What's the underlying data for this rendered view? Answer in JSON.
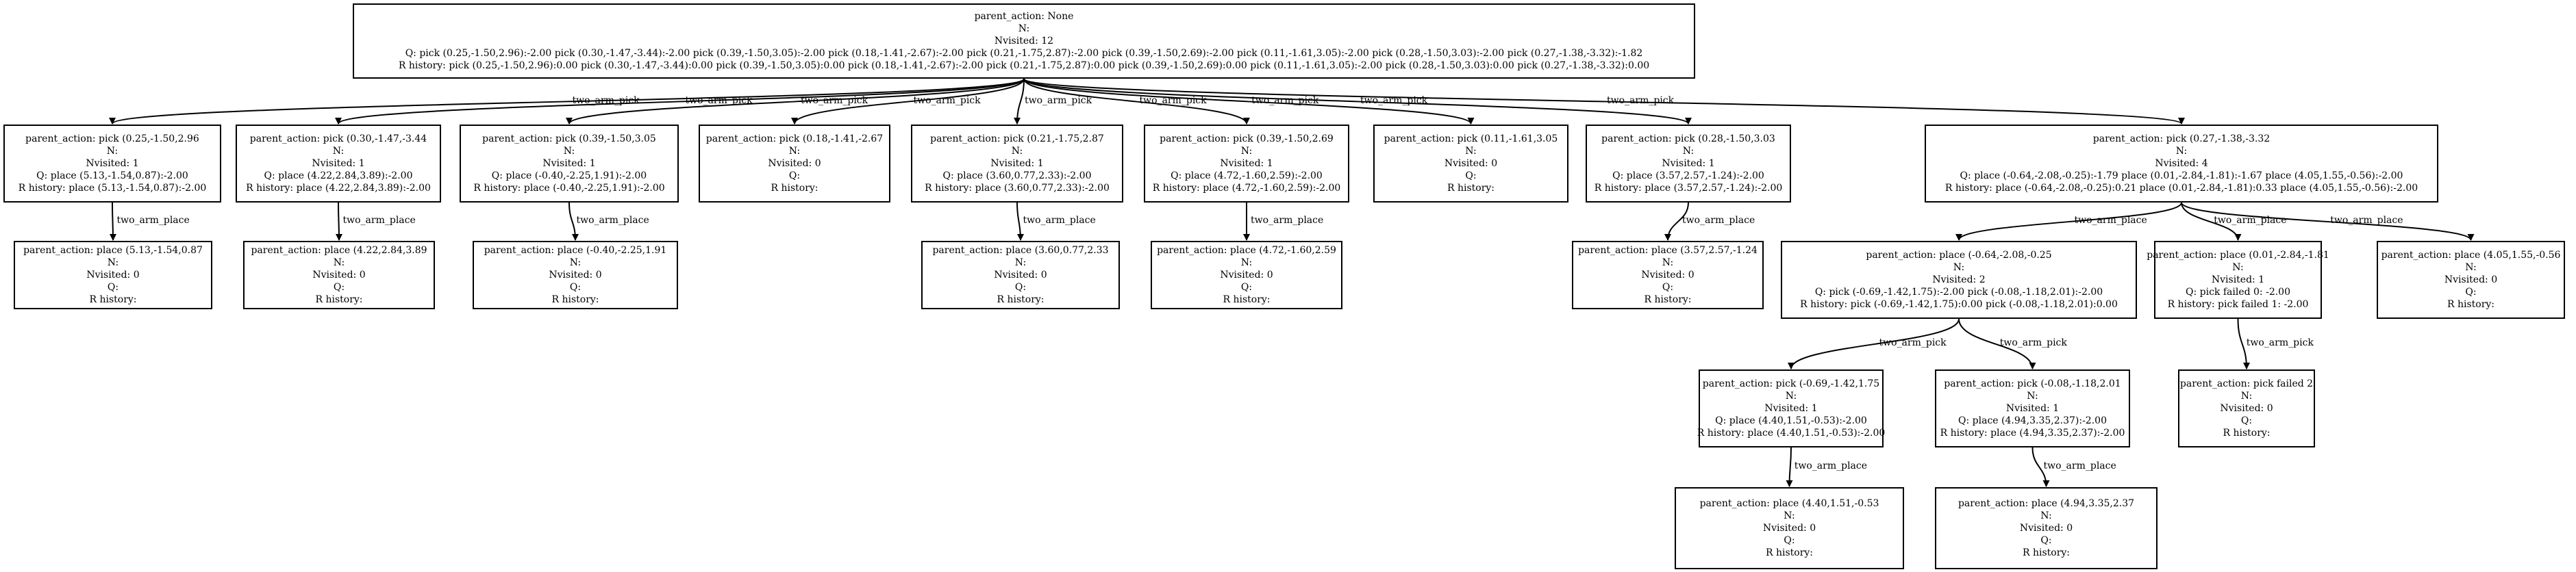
{
  "nodes": [
    {
      "id": "root",
      "lines": [
        "parent_action: None",
        "N:",
        "Nvisited: 12",
        "Q: pick (0.25,-1.50,2.96):-2.00 pick (0.30,-1.47,-3.44):-2.00 pick (0.39,-1.50,3.05):-2.00 pick (0.18,-1.41,-2.67):-2.00 pick (0.21,-1.75,2.87):-2.00 pick (0.39,-1.50,2.69):-2.00 pick (0.11,-1.61,3.05):-2.00 pick (0.28,-1.50,3.03):-2.00 pick (0.27,-1.38,-3.32):-1.82",
        "R history: pick (0.25,-1.50,2.96):0.00 pick (0.30,-1.47,-3.44):0.00 pick (0.39,-1.50,3.05):0.00 pick (0.18,-1.41,-2.67):-2.00 pick (0.21,-1.75,2.87):0.00 pick (0.39,-1.50,2.69):0.00 pick (0.11,-1.61,3.05):-2.00 pick (0.28,-1.50,3.03):0.00 pick (0.27,-1.38,-3.32):0.00"
      ]
    },
    {
      "id": "p1",
      "lines": [
        "parent_action: pick (0.25,-1.50,2.96",
        "N:",
        "Nvisited: 1",
        "Q: place (5.13,-1.54,0.87):-2.00",
        "R history: place (5.13,-1.54,0.87):-2.00"
      ]
    },
    {
      "id": "p2",
      "lines": [
        "parent_action: pick (0.30,-1.47,-3.44",
        "N:",
        "Nvisited: 1",
        "Q: place (4.22,2.84,3.89):-2.00",
        "R history: place (4.22,2.84,3.89):-2.00"
      ]
    },
    {
      "id": "p3",
      "lines": [
        "parent_action: pick (0.39,-1.50,3.05",
        "N:",
        "Nvisited: 1",
        "Q: place (-0.40,-2.25,1.91):-2.00",
        "R history: place (-0.40,-2.25,1.91):-2.00"
      ]
    },
    {
      "id": "p4",
      "lines": [
        "parent_action: pick (0.18,-1.41,-2.67",
        "N:",
        "Nvisited: 0",
        "Q:",
        "R history:"
      ]
    },
    {
      "id": "p5",
      "lines": [
        "parent_action: pick (0.21,-1.75,2.87",
        "N:",
        "Nvisited: 1",
        "Q: place (3.60,0.77,2.33):-2.00",
        "R history: place (3.60,0.77,2.33):-2.00"
      ]
    },
    {
      "id": "p6",
      "lines": [
        "parent_action: pick (0.39,-1.50,2.69",
        "N:",
        "Nvisited: 1",
        "Q: place (4.72,-1.60,2.59):-2.00",
        "R history: place (4.72,-1.60,2.59):-2.00"
      ]
    },
    {
      "id": "p7",
      "lines": [
        "parent_action: pick (0.11,-1.61,3.05",
        "N:",
        "Nvisited: 0",
        "Q:",
        "R history:"
      ]
    },
    {
      "id": "p8",
      "lines": [
        "parent_action: pick (0.28,-1.50,3.03",
        "N:",
        "Nvisited: 1",
        "Q: place (3.57,2.57,-1.24):-2.00",
        "R history: place (3.57,2.57,-1.24):-2.00"
      ]
    },
    {
      "id": "p9",
      "lines": [
        "parent_action: pick (0.27,-1.38,-3.32",
        "N:",
        "Nvisited: 4",
        "Q: place (-0.64,-2.08,-0.25):-1.79 place (0.01,-2.84,-1.81):-1.67 place (4.05,1.55,-0.56):-2.00",
        "R history: place (-0.64,-2.08,-0.25):0.21 place (0.01,-2.84,-1.81):0.33 place (4.05,1.55,-0.56):-2.00"
      ]
    },
    {
      "id": "l1",
      "lines": [
        "parent_action: place (5.13,-1.54,0.87",
        "N:",
        "Nvisited: 0",
        "Q:",
        "R history:"
      ]
    },
    {
      "id": "l2",
      "lines": [
        "parent_action: place (4.22,2.84,3.89",
        "N:",
        "Nvisited: 0",
        "Q:",
        "R history:"
      ]
    },
    {
      "id": "l3",
      "lines": [
        "parent_action: place (-0.40,-2.25,1.91",
        "N:",
        "Nvisited: 0",
        "Q:",
        "R history:"
      ]
    },
    {
      "id": "l5",
      "lines": [
        "parent_action: place (3.60,0.77,2.33",
        "N:",
        "Nvisited: 0",
        "Q:",
        "R history:"
      ]
    },
    {
      "id": "l6",
      "lines": [
        "parent_action: place (4.72,-1.60,2.59",
        "N:",
        "Nvisited: 0",
        "Q:",
        "R history:"
      ]
    },
    {
      "id": "l8",
      "lines": [
        "parent_action: place (3.57,2.57,-1.24",
        "N:",
        "Nvisited: 0",
        "Q:",
        "R history:"
      ]
    },
    {
      "id": "q1",
      "lines": [
        "parent_action: place (-0.64,-2.08,-0.25",
        "N:",
        "Nvisited: 2",
        "Q: pick (-0.69,-1.42,1.75):-2.00 pick (-0.08,-1.18,2.01):-2.00",
        "R history: pick (-0.69,-1.42,1.75):0.00 pick (-0.08,-1.18,2.01):0.00"
      ]
    },
    {
      "id": "q2",
      "lines": [
        "parent_action: place (0.01,-2.84,-1.81",
        "N:",
        "Nvisited: 1",
        "Q: pick failed 0: -2.00",
        "R history: pick failed 1: -2.00"
      ]
    },
    {
      "id": "q3",
      "lines": [
        "parent_action: place (4.05,1.55,-0.56",
        "N:",
        "Nvisited: 0",
        "Q:",
        "R history:"
      ]
    },
    {
      "id": "r1",
      "lines": [
        "parent_action: pick (-0.69,-1.42,1.75",
        "N:",
        "Nvisited: 1",
        "Q: place (4.40,1.51,-0.53):-2.00",
        "R history: place (4.40,1.51,-0.53):-2.00"
      ]
    },
    {
      "id": "r2",
      "lines": [
        "parent_action: pick (-0.08,-1.18,2.01",
        "N:",
        "Nvisited: 1",
        "Q: place (4.94,3.35,2.37):-2.00",
        "R history: place (4.94,3.35,2.37):-2.00"
      ]
    },
    {
      "id": "r3",
      "lines": [
        "parent_action: pick failed 2",
        "N:",
        "Nvisited: 0",
        "Q:",
        "R history:"
      ]
    },
    {
      "id": "s1",
      "lines": [
        "parent_action: place (4.40,1.51,-0.53",
        "N:",
        "Nvisited: 0",
        "Q:",
        "R history:"
      ]
    },
    {
      "id": "s2",
      "lines": [
        "parent_action: place (4.94,3.35,2.37",
        "N:",
        "Nvisited: 0",
        "Q:",
        "R history:"
      ]
    }
  ],
  "edges": [
    {
      "from": "root",
      "to": "p1",
      "label": "two_arm_pick"
    },
    {
      "from": "root",
      "to": "p2",
      "label": "two_arm_pick"
    },
    {
      "from": "root",
      "to": "p3",
      "label": "two_arm_pick"
    },
    {
      "from": "root",
      "to": "p4",
      "label": "two_arm_pick"
    },
    {
      "from": "root",
      "to": "p5",
      "label": "two_arm_pick"
    },
    {
      "from": "root",
      "to": "p6",
      "label": "two_arm_pick"
    },
    {
      "from": "root",
      "to": "p7",
      "label": "two_arm_pick"
    },
    {
      "from": "root",
      "to": "p8",
      "label": "two_arm_pick"
    },
    {
      "from": "root",
      "to": "p9",
      "label": "two_arm_pick"
    },
    {
      "from": "p1",
      "to": "l1",
      "label": "two_arm_place"
    },
    {
      "from": "p2",
      "to": "l2",
      "label": "two_arm_place"
    },
    {
      "from": "p3",
      "to": "l3",
      "label": "two_arm_place"
    },
    {
      "from": "p5",
      "to": "l5",
      "label": "two_arm_place"
    },
    {
      "from": "p6",
      "to": "l6",
      "label": "two_arm_place"
    },
    {
      "from": "p8",
      "to": "l8",
      "label": "two_arm_place"
    },
    {
      "from": "p9",
      "to": "q1",
      "label": "two_arm_place"
    },
    {
      "from": "p9",
      "to": "q2",
      "label": "two_arm_place"
    },
    {
      "from": "p9",
      "to": "q3",
      "label": "two_arm_place"
    },
    {
      "from": "q1",
      "to": "r1",
      "label": "two_arm_pick"
    },
    {
      "from": "q1",
      "to": "r2",
      "label": "two_arm_pick"
    },
    {
      "from": "q2",
      "to": "r3",
      "label": "two_arm_pick"
    },
    {
      "from": "r1",
      "to": "s1",
      "label": "two_arm_place"
    },
    {
      "from": "r2",
      "to": "s2",
      "label": "two_arm_place"
    }
  ]
}
